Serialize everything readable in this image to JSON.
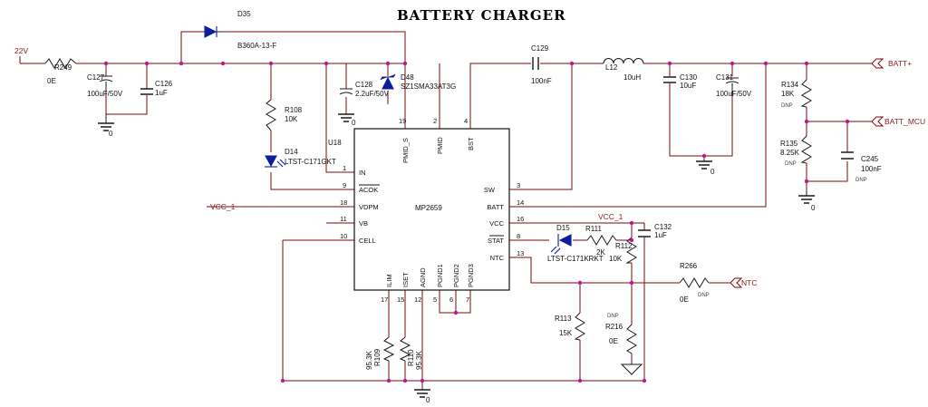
{
  "title": "BATTERY CHARGER",
  "ic": {
    "ref": "U18",
    "part": "MP2659",
    "left_pins": [
      {
        "num": "1",
        "name": "IN"
      },
      {
        "num": "9",
        "name": "ACOK"
      },
      {
        "num": "18",
        "name": "VDPM"
      },
      {
        "num": "11",
        "name": "VB"
      },
      {
        "num": "10",
        "name": "CELL"
      }
    ],
    "right_pins": [
      {
        "num": "3",
        "name": "SW"
      },
      {
        "num": "14",
        "name": "BATT"
      },
      {
        "num": "16",
        "name": "VCC"
      },
      {
        "num": "8",
        "name": "STAT"
      },
      {
        "num": "13",
        "name": "NTC"
      }
    ],
    "top_pins": [
      {
        "num": "19",
        "name": "PMID_S"
      },
      {
        "num": "2",
        "name": "PMID"
      },
      {
        "num": "4",
        "name": "BST"
      }
    ],
    "bottom_pins": [
      {
        "num": "17",
        "name": "ILIM"
      },
      {
        "num": "15",
        "name": "ISET"
      },
      {
        "num": "12",
        "name": "AGND"
      },
      {
        "num": "5",
        "name": "PGND1"
      },
      {
        "num": "6",
        "name": "PGND2"
      },
      {
        "num": "7",
        "name": "PGND3"
      }
    ]
  },
  "nets": {
    "vin": "22V",
    "batt_plus": "BATT+",
    "batt_mcu": "BATT_MCU",
    "vcc_in": "VCC_1",
    "vcc_out": "VCC_1",
    "ntc": "NTC",
    "gnd": "0"
  },
  "components": {
    "r249": {
      "ref": "R249",
      "value": "0E"
    },
    "d35": {
      "ref": "D35",
      "value": "B360A-13-F"
    },
    "c127": {
      "ref": "C127",
      "value": "100uF/50V"
    },
    "c126": {
      "ref": "C126",
      "value": "1uF"
    },
    "r108": {
      "ref": "R108",
      "value": "10K"
    },
    "d14": {
      "ref": "D14",
      "value": "LTST-C171GKT"
    },
    "c128": {
      "ref": "C128",
      "value": "2.2uF/50V"
    },
    "d48": {
      "ref": "D48",
      "value": "SZ1SMA33AT3G"
    },
    "c129": {
      "ref": "C129",
      "value": "100nF"
    },
    "l12": {
      "ref": "L12",
      "value": "10uH"
    },
    "c130": {
      "ref": "C130",
      "value": "10uF"
    },
    "c131": {
      "ref": "C131",
      "value": "100uF/50V"
    },
    "r134": {
      "ref": "R134",
      "value": "18K",
      "note": "DNP"
    },
    "r135": {
      "ref": "R135",
      "value": "8.25K",
      "note": "DNP"
    },
    "c245": {
      "ref": "C245",
      "value": "100nF",
      "note": "DNP"
    },
    "d15": {
      "ref": "D15",
      "value": "LTST-C171KRKT"
    },
    "r111": {
      "ref": "R111",
      "value": "2K"
    },
    "r112": {
      "ref": "R112",
      "value": "10K"
    },
    "c132": {
      "ref": "C132",
      "value": "1uF"
    },
    "r266": {
      "ref": "R266",
      "value": "0E",
      "note": "DNP"
    },
    "r113": {
      "ref": "R113",
      "value": "15K"
    },
    "r216": {
      "ref": "R216",
      "value": "0E",
      "note": "DNP"
    },
    "r109": {
      "ref": "R109",
      "value": "95.3K"
    },
    "r110": {
      "ref": "R110",
      "value": "95.3K"
    }
  },
  "icons": {
    "ground": "ground-icon",
    "off_page": "off-page-connector-icon"
  },
  "colors": {
    "wire": "#7a0a0a",
    "junction": "#c0188c",
    "diode": "#0b1f9e"
  }
}
